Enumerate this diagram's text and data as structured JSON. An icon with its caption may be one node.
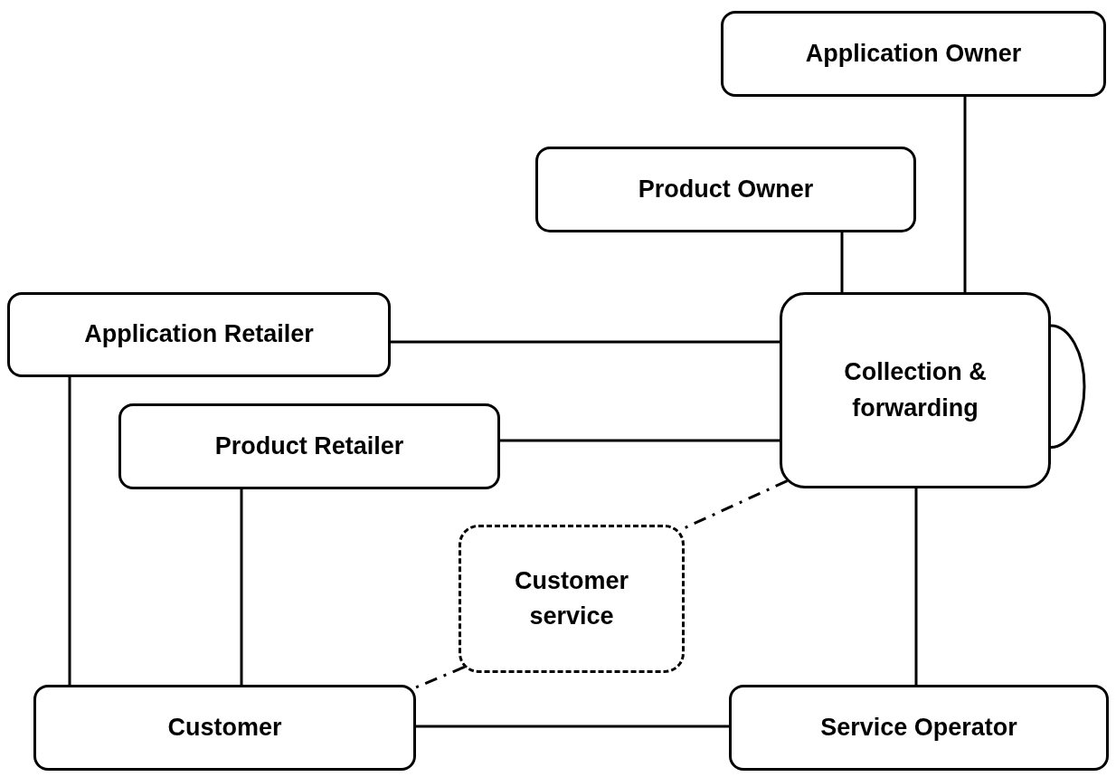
{
  "diagram": {
    "nodes": [
      {
        "text": [
          "Application Owner"
        ]
      },
      {
        "text": [
          "Product Owner"
        ]
      },
      {
        "text": [
          "Application Retailer"
        ]
      },
      {
        "text": [
          "Collection & forwarding"
        ]
      },
      {
        "text": [
          "Product Retailer"
        ]
      },
      {
        "text": [
          "Customer service"
        ]
      },
      {
        "text": [
          "Customer"
        ]
      },
      {
        "text": [
          "Service Operator"
        ]
      }
    ],
    "edges": [
      {
        "from": 0,
        "to": 3,
        "arrow": "none"
      },
      {
        "from": 1,
        "to": 3,
        "arrow": "none"
      },
      {
        "from": 2,
        "to": 3,
        "arrow": "none"
      },
      {
        "from": 4,
        "to": 3,
        "arrow": "none"
      },
      {
        "from": 3,
        "to": 3,
        "arrow": "none"
      },
      {
        "from": 3,
        "to": 5,
        "arrow": "none",
        "style": "dashed"
      },
      {
        "from": 3,
        "to": 7,
        "arrow": "none"
      },
      {
        "from": 2,
        "to": 6,
        "arrow": "none"
      },
      {
        "from": 4,
        "to": 6,
        "arrow": "none"
      },
      {
        "from": 5,
        "to": 6,
        "arrow": "none",
        "style": "dashed"
      },
      {
        "from": 6,
        "to": 7,
        "arrow": "none"
      }
    ]
  }
}
